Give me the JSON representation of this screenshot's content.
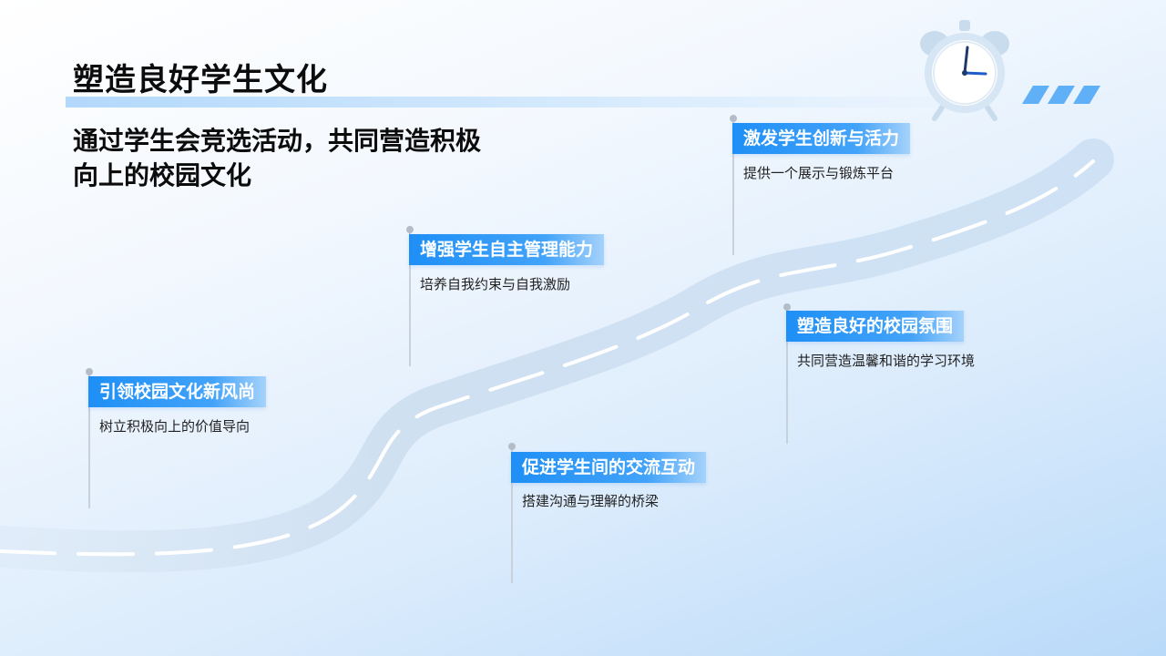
{
  "slide": {
    "title": "塑造良好学生文化",
    "subtitle": "通过学生会竞选活动，共同营造积极向上的校园文化"
  },
  "milestones": [
    {
      "title": "引领校园文化新风尚",
      "desc": "树立积极向上的价值导向"
    },
    {
      "title": "增强学生自主管理能力",
      "desc": "培养自我约束与自我激励"
    },
    {
      "title": "促进学生间的交流互动",
      "desc": "搭建沟通与理解的桥梁"
    },
    {
      "title": "激发学生创新与活力",
      "desc": "提供一个展示与锻炼平台"
    },
    {
      "title": "塑造良好的校园氛围",
      "desc": "共同营造温馨和谐的学习环境"
    }
  ],
  "colors": {
    "accent": "#1e8ff6",
    "road": "#d2e3f4"
  },
  "icons": [
    "alarm-clock-icon",
    "decorative-stripes-icon"
  ]
}
